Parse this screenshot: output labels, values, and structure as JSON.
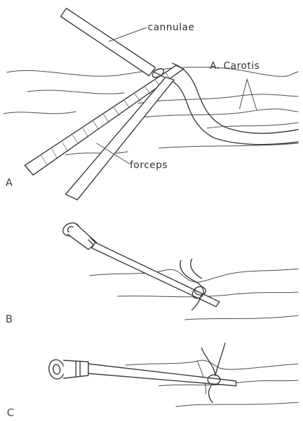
{
  "panels": [
    {
      "id": "A",
      "letter": "A"
    },
    {
      "id": "B",
      "letter": "B"
    },
    {
      "id": "C",
      "letter": "C"
    }
  ],
  "labels": {
    "cannulae": "cannulae",
    "carotis": "A. Carotis",
    "forceps": "forceps"
  },
  "colors": {
    "ink": "#3a3a3a",
    "paper": "#ffffff"
  }
}
